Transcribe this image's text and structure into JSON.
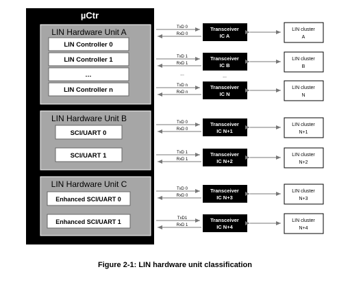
{
  "mcu": {
    "title": "µCtr"
  },
  "units": [
    {
      "title": "LIN Hardware Unit A",
      "items": [
        "LIN Controller 0",
        "LIN Controller 1",
        "…",
        "LIN Controller n"
      ]
    },
    {
      "title": "LIN Hardware Unit B",
      "items": [
        "SCI/UART 0",
        "SCI/UART 1"
      ]
    },
    {
      "title": "LIN Hardware Unit C",
      "items": [
        "Enhanced SCI/UART 0",
        "Enhanced SCI/UART 1"
      ]
    }
  ],
  "channels": [
    {
      "tx": "TxD 0",
      "rx": "RxD 0",
      "transceiver": [
        "Transceiver",
        "IC A"
      ],
      "cluster": [
        "LIN cluster",
        "A"
      ]
    },
    {
      "tx": "TxD 1",
      "rx": "RxD 1",
      "transceiver": [
        "Transceiver",
        "IC B"
      ],
      "cluster": [
        "LIN cluster",
        "B"
      ]
    },
    {
      "tx": "TxD n",
      "rx": "RxD n",
      "transceiver": [
        "Transceiver",
        "IC N"
      ],
      "cluster": [
        "LIN cluster",
        "N"
      ]
    },
    {
      "tx": "TxD 0",
      "rx": "RxD 0",
      "transceiver": [
        "Transceiver",
        "IC N+1"
      ],
      "cluster": [
        "LIN cluster",
        "N+1"
      ]
    },
    {
      "tx": "TxD 1",
      "rx": "RxD 1",
      "transceiver": [
        "Transceiver",
        "IC N+2"
      ],
      "cluster": [
        "LIN cluster",
        "N+2"
      ]
    },
    {
      "tx": "TxD 0",
      "rx": "RxD 0",
      "transceiver": [
        "Transceiver",
        "IC N+3"
      ],
      "cluster": [
        "LIN cluster",
        "N+3"
      ]
    },
    {
      "tx": "TxD1",
      "rx": "RxD 1",
      "transceiver": [
        "Transceiver",
        "IC N+4"
      ],
      "cluster": [
        "LIN cluster",
        "N+4"
      ]
    }
  ],
  "ellipsis": {
    "left": "...",
    "right": "..."
  },
  "caption": "Figure 2-1: LIN hardware unit classification"
}
